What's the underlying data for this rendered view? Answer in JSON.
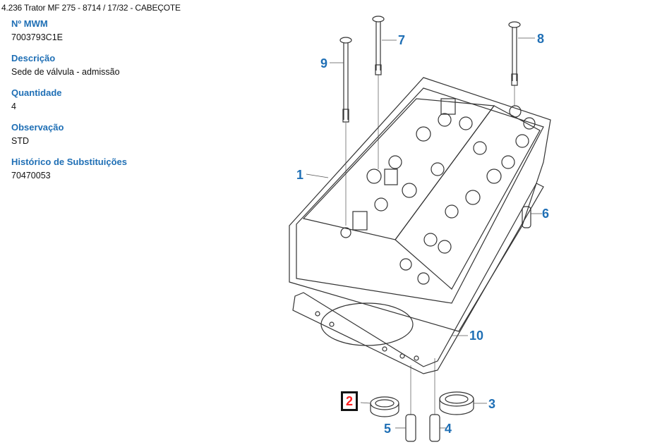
{
  "breadcrumb": "4.236 Trator MF 275 - 8714  /  17/32 - CABEÇOTE",
  "fields": [
    {
      "label": "Nº MWM",
      "value": "7003793C1E"
    },
    {
      "label": "Descrição",
      "value": "Sede de válvula - admissão"
    },
    {
      "label": "Quantidade",
      "value": "4"
    },
    {
      "label": "Observação",
      "value": "STD"
    },
    {
      "label": "Histórico de Substituições",
      "value": "70470053"
    }
  ],
  "diagram": {
    "callouts": [
      "1",
      "2",
      "3",
      "4",
      "5",
      "6",
      "7",
      "8",
      "9",
      "10"
    ],
    "selected": "2",
    "colors": {
      "callout": "#1f6fb5",
      "selected": "#ff2020",
      "line": "#333333"
    }
  }
}
